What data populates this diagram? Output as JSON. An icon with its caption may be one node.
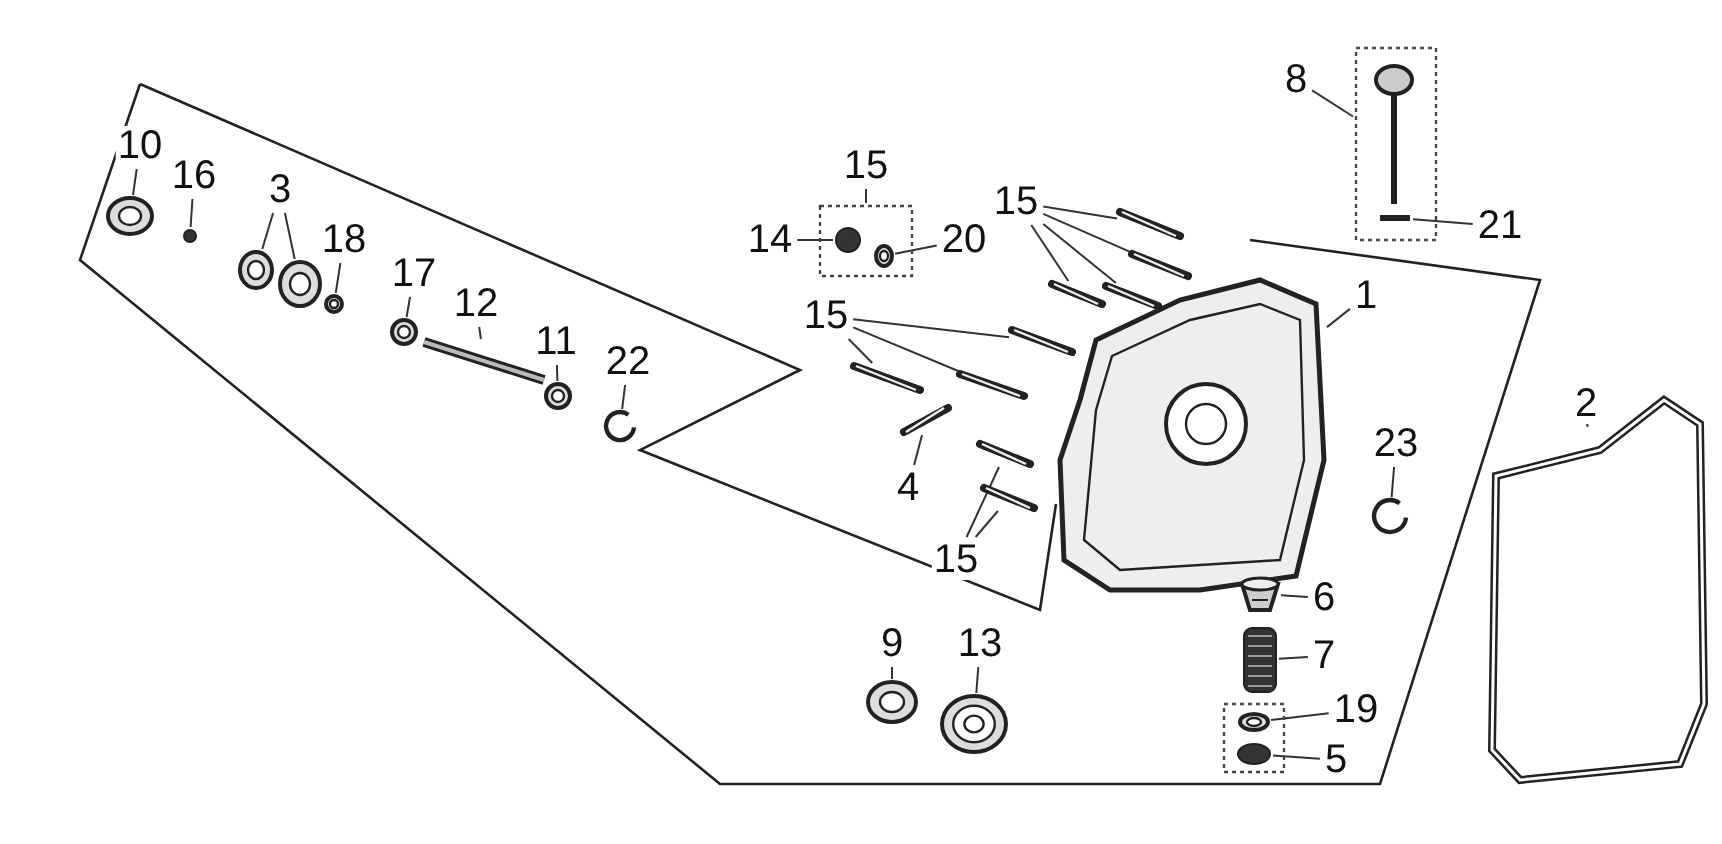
{
  "diagram": {
    "nodes": [
      {
        "text": [
          "10"
        ]
      },
      {
        "text": [],
        "shape": "picture"
      },
      {
        "text": [
          "16"
        ]
      },
      {
        "text": [],
        "shape": "circle"
      },
      {
        "text": [
          "3"
        ]
      },
      {
        "text": [],
        "shape": "picture"
      },
      {
        "text": [],
        "shape": "picture"
      },
      {
        "text": [
          "18"
        ]
      },
      {
        "text": [],
        "shape": "picture"
      },
      {
        "text": [
          "17"
        ]
      },
      {
        "text": [],
        "shape": "picture"
      },
      {
        "text": [
          "12"
        ]
      },
      {
        "text": [],
        "shape": "picture"
      },
      {
        "text": [
          "11"
        ]
      },
      {
        "text": [],
        "shape": "picture"
      },
      {
        "text": [
          "22"
        ]
      },
      {
        "text": [],
        "shape": "picture"
      },
      {
        "text": [
          "15"
        ]
      },
      {
        "text": [],
        "shape": "box"
      },
      {
        "text": [
          "14"
        ]
      },
      {
        "text": [],
        "shape": "circle",
        "in": 18
      },
      {
        "text": [
          "20"
        ]
      },
      {
        "text": [],
        "shape": "picture",
        "in": 18
      },
      {
        "text": [
          "15"
        ]
      },
      {
        "text": [],
        "shape": "picture"
      },
      {
        "text": [],
        "shape": "picture"
      },
      {
        "text": [],
        "shape": "picture"
      },
      {
        "text": [],
        "shape": "picture"
      },
      {
        "text": [
          "15"
        ]
      },
      {
        "text": [],
        "shape": "picture"
      },
      {
        "text": [],
        "shape": "picture"
      },
      {
        "text": [],
        "shape": "picture"
      },
      {
        "text": [
          "4"
        ]
      },
      {
        "text": [],
        "shape": "picture"
      },
      {
        "text": [
          "15"
        ]
      },
      {
        "text": [],
        "shape": "picture"
      },
      {
        "text": [],
        "shape": "picture"
      },
      {
        "text": [
          "1"
        ]
      },
      {
        "text": [],
        "shape": "picture"
      },
      {
        "text": [
          "8"
        ]
      },
      {
        "text": [],
        "shape": "box"
      },
      {
        "text": [],
        "shape": "picture",
        "in": 40
      },
      {
        "text": [
          "21"
        ]
      },
      {
        "text": [],
        "shape": "picture",
        "in": 40
      },
      {
        "text": [
          "2"
        ]
      },
      {
        "text": [],
        "shape": "picture"
      },
      {
        "text": [
          "23"
        ]
      },
      {
        "text": [],
        "shape": "picture"
      },
      {
        "text": [
          "6"
        ]
      },
      {
        "text": [],
        "shape": "picture"
      },
      {
        "text": [
          "7"
        ]
      },
      {
        "text": [],
        "shape": "picture"
      },
      {
        "text": [],
        "shape": "box"
      },
      {
        "text": [
          "19"
        ]
      },
      {
        "text": [],
        "shape": "picture",
        "in": 52
      },
      {
        "text": [
          "5"
        ]
      },
      {
        "text": [],
        "shape": "circle",
        "in": 52
      },
      {
        "text": [
          "9"
        ]
      },
      {
        "text": [],
        "shape": "picture"
      },
      {
        "text": [
          "13"
        ]
      },
      {
        "text": [],
        "shape": "picture"
      }
    ],
    "edges": [
      {
        "from": 0,
        "to": 1,
        "arrow": "none"
      },
      {
        "from": 2,
        "to": 3,
        "arrow": "none"
      },
      {
        "from": 4,
        "to": 5,
        "arrow": "none"
      },
      {
        "from": 4,
        "to": 6,
        "arrow": "none"
      },
      {
        "from": 7,
        "to": 8,
        "arrow": "none"
      },
      {
        "from": 9,
        "to": 10,
        "arrow": "none"
      },
      {
        "from": 11,
        "to": 12,
        "arrow": "none"
      },
      {
        "from": 13,
        "to": 14,
        "arrow": "none"
      },
      {
        "from": 15,
        "to": 16,
        "arrow": "none"
      },
      {
        "from": 17,
        "to": 18,
        "arrow": "none"
      },
      {
        "from": 19,
        "to": 20,
        "arrow": "none"
      },
      {
        "from": 21,
        "to": 22,
        "arrow": "none"
      },
      {
        "from": 23,
        "to": 24,
        "arrow": "none"
      },
      {
        "from": 23,
        "to": 25,
        "arrow": "none"
      },
      {
        "from": 23,
        "to": 26,
        "arrow": "none"
      },
      {
        "from": 23,
        "to": 27,
        "arrow": "none"
      },
      {
        "from": 28,
        "to": 29,
        "arrow": "none"
      },
      {
        "from": 28,
        "to": 30,
        "arrow": "none"
      },
      {
        "from": 28,
        "to": 31,
        "arrow": "none"
      },
      {
        "from": 32,
        "to": 33,
        "arrow": "none"
      },
      {
        "from": 34,
        "to": 35,
        "arrow": "none"
      },
      {
        "from": 34,
        "to": 36,
        "arrow": "none"
      },
      {
        "from": 37,
        "to": 38,
        "arrow": "none"
      },
      {
        "from": 39,
        "to": 40,
        "arrow": "none"
      },
      {
        "from": 42,
        "to": 43,
        "arrow": "none"
      },
      {
        "from": 44,
        "to": 45,
        "arrow": "none"
      },
      {
        "from": 46,
        "to": 47,
        "arrow": "none"
      },
      {
        "from": 48,
        "to": 49,
        "arrow": "none"
      },
      {
        "from": 50,
        "to": 51,
        "arrow": "none"
      },
      {
        "from": 53,
        "to": 54,
        "arrow": "none"
      },
      {
        "from": 55,
        "to": 56,
        "arrow": "none"
      },
      {
        "from": 57,
        "to": 58,
        "arrow": "none"
      },
      {
        "from": 59,
        "to": 60,
        "arrow": "none"
      }
    ]
  }
}
